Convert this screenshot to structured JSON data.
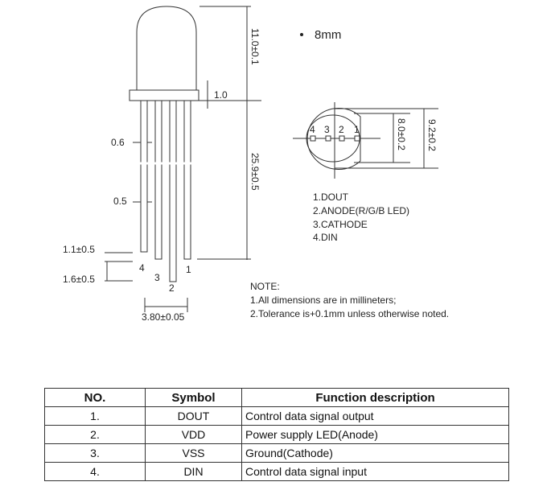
{
  "diagram": {
    "size_label": "8mm",
    "dims": {
      "height_dome": "11.0±0.1",
      "flange": "1.0",
      "lead_length": "25.9±0.5",
      "lead_upper": "0.6",
      "lead_lower": "0.5",
      "offset1": "1.1±0.5",
      "offset2": "1.6±0.5",
      "pitch": "3.80±0.05",
      "inner_dia": "8.0±0.2",
      "outer_dia": "9.2±0.2"
    },
    "pin_numbers": [
      "1",
      "2",
      "3",
      "4"
    ],
    "pin_list": [
      "1.DOUT",
      "2.ANODE(R/G/B LED)",
      "3.CATHODE",
      "4.DIN"
    ],
    "note_title": "NOTE:",
    "notes": [
      "1.All dimensions are in millineters;",
      "2.Tolerance is+0.1mm unless otherwise noted."
    ]
  },
  "table": {
    "headers": [
      "NO.",
      "Symbol",
      "Function description"
    ],
    "rows": [
      {
        "no": "1.",
        "symbol": "DOUT",
        "function": "Control data signal output"
      },
      {
        "no": "2.",
        "symbol": "VDD",
        "function": "Power supply LED(Anode)"
      },
      {
        "no": "3.",
        "symbol": "VSS",
        "function": "Ground(Cathode)"
      },
      {
        "no": "4.",
        "symbol": "DIN",
        "function": "Control data signal input"
      }
    ]
  }
}
